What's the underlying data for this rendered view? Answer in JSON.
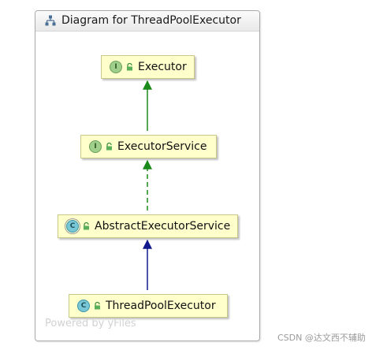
{
  "panel": {
    "title": "Diagram for ThreadPoolExecutor",
    "icon": "hierarchy-diagram-icon"
  },
  "nodes": [
    {
      "name": "Executor",
      "kind": "interface",
      "badge": "I"
    },
    {
      "name": "ExecutorService",
      "kind": "interface",
      "badge": "I"
    },
    {
      "name": "AbstractExecutorService",
      "kind": "abstract class",
      "badge": "C"
    },
    {
      "name": "ThreadPoolExecutor",
      "kind": "class",
      "badge": "C"
    }
  ],
  "edges": [
    {
      "from": "ExecutorService",
      "to": "Executor",
      "relation": "extends",
      "style": "solid",
      "color": "#1a8a1a"
    },
    {
      "from": "AbstractExecutorService",
      "to": "ExecutorService",
      "relation": "implements",
      "style": "dashed",
      "color": "#1a8a1a"
    },
    {
      "from": "ThreadPoolExecutor",
      "to": "AbstractExecutorService",
      "relation": "extends",
      "style": "solid",
      "color": "#101a8c"
    }
  ],
  "watermark": "Powered by yFiles",
  "credit": "CSDN @达文西不辅助",
  "colors": {
    "node_fill": "#ffffcc",
    "node_border": "#c9c88a",
    "interface_badge": "#9fcf8a",
    "class_badge": "#78c7d6"
  }
}
